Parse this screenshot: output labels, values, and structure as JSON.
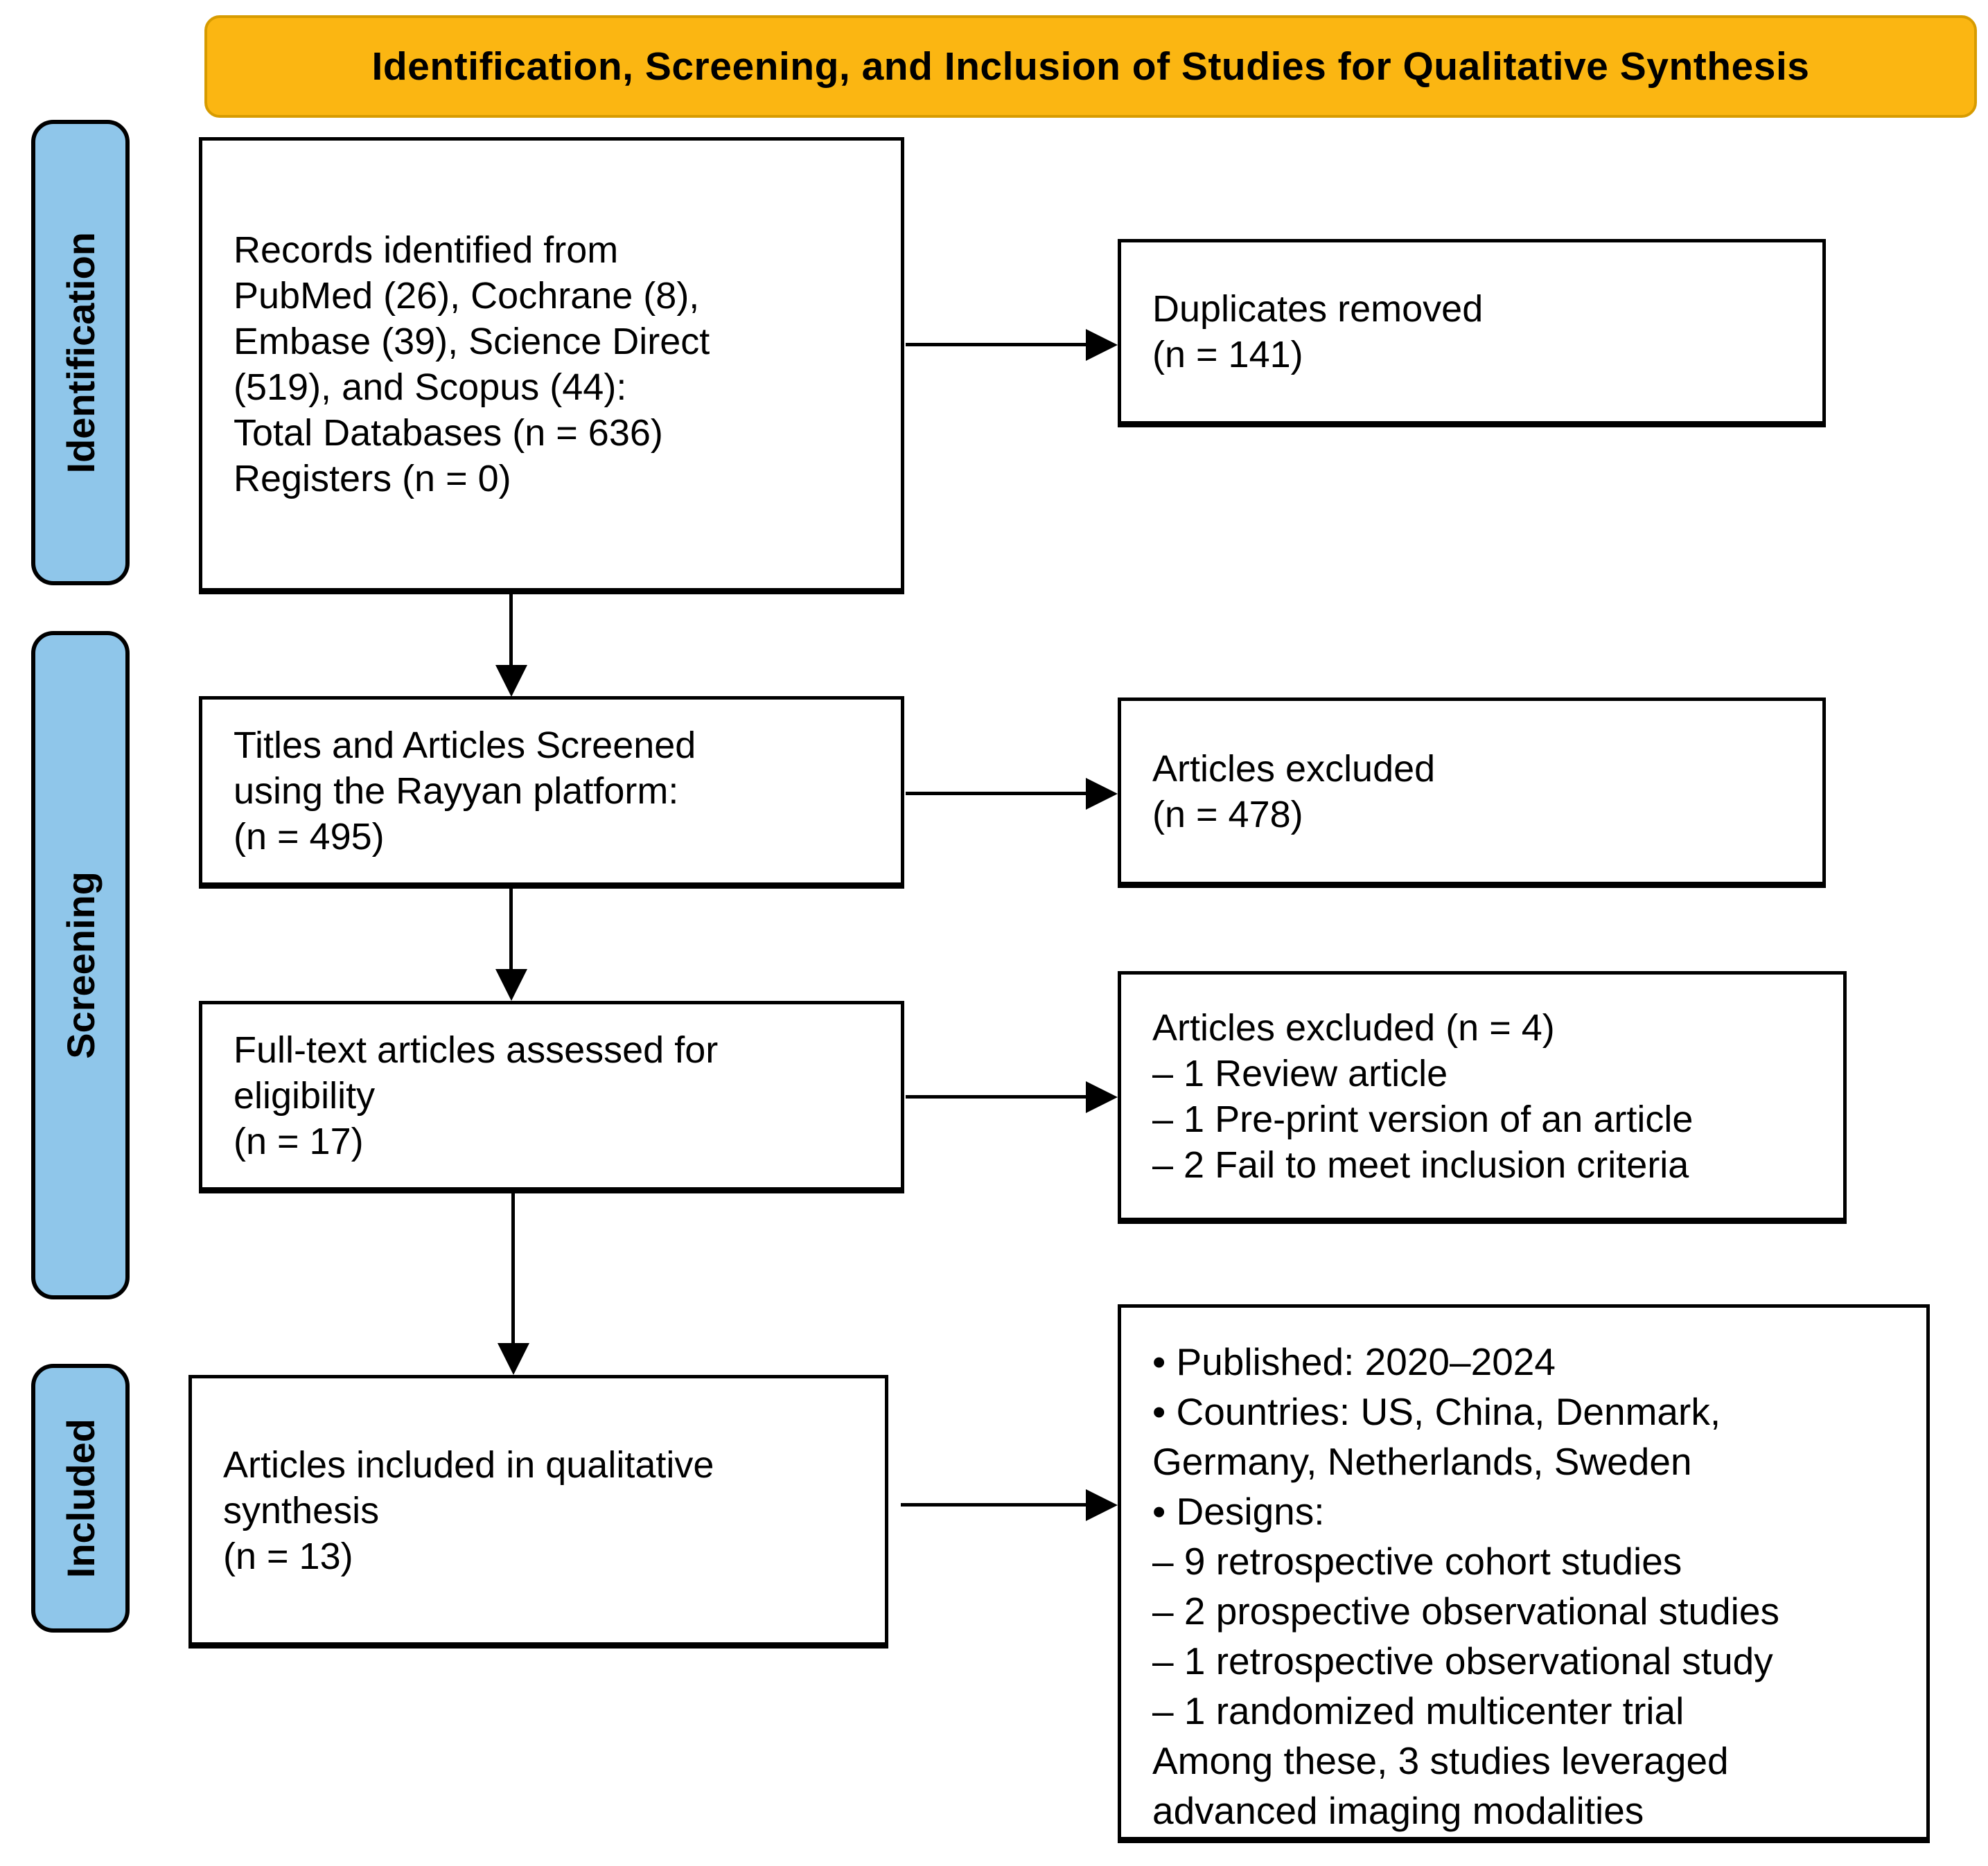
{
  "title_banner": {
    "text": "Identification, Screening, and Inclusion of Studies for Qualitative Synthesis"
  },
  "stage_labels": {
    "identification": "Identification",
    "screening": "Screening",
    "included": "Included"
  },
  "flow_boxes": {
    "records_identified": {
      "lines": [
        "Records identified from",
        "PubMed (26), Cochrane (8),",
        "Embase (39), Science Direct",
        "(519), and Scopus (44):",
        "Total Databases (n = 636)",
        "Registers (n = 0)"
      ]
    },
    "titles_screened": {
      "lines": [
        "Titles and Articles Screened",
        "using the Rayyan platform:",
        "(n = 495)"
      ]
    },
    "fulltext_assessed": {
      "lines": [
        "Full-text articles assessed for",
        "eligibility",
        "(n = 17)"
      ]
    },
    "included_synthesis": {
      "lines": [
        "Articles included in qualitative",
        "synthesis",
        "(n = 13)"
      ]
    }
  },
  "side_boxes": {
    "duplicates_removed": {
      "lines": [
        "Duplicates removed",
        "(n = 141)"
      ]
    },
    "articles_excluded_screening": {
      "lines": [
        "Articles excluded",
        "(n = 478)"
      ]
    },
    "articles_excluded_fulltext": {
      "lines": [
        "Articles excluded (n = 4)",
        "– 1 Review article",
        "– 1 Pre-print version of an article",
        "– 2 Fail to meet inclusion criteria"
      ]
    },
    "included_details": {
      "lines": [
        "• Published: 2020–2024",
        "• Countries: US, China, Denmark,",
        "Germany, Netherlands, Sweden",
        "• Designs:",
        "– 9 retrospective cohort studies",
        "– 2 prospective observational studies",
        "– 1 retrospective observational study",
        "– 1 randomized multicenter trial",
        "Among these, 3 studies leveraged",
        "advanced imaging modalities"
      ]
    }
  },
  "colors": {
    "banner_fill": "#FBB612",
    "banner_border": "#D79B00",
    "stage_fill": "#8FC6EA",
    "box_border": "#000000",
    "text": "#000000"
  }
}
